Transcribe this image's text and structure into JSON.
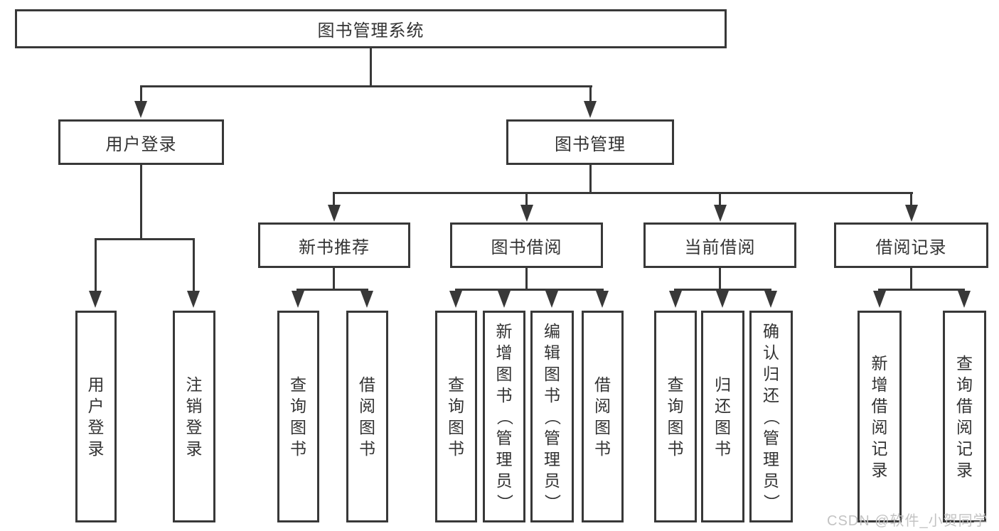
{
  "title": "图书管理系统",
  "watermark": "CSDN @软件_小贺同学",
  "colors": {
    "line": "#383838",
    "text": "#333333",
    "background": "#ffffff",
    "watermark": "#c3c3c3"
  },
  "root": {
    "label": "图书管理系统"
  },
  "level2": {
    "user_login": {
      "label": "用户登录"
    },
    "book_mgmt": {
      "label": "图书管理"
    }
  },
  "level3": {
    "new_books": {
      "label": "新书推荐"
    },
    "borrow": {
      "label": "图书借阅"
    },
    "current": {
      "label": "当前借阅"
    },
    "records": {
      "label": "借阅记录"
    }
  },
  "leaves": {
    "login": {
      "label": "用户登录"
    },
    "logout": {
      "label": "注销登录"
    },
    "nb_query": {
      "label": "查询图书"
    },
    "nb_borrow": {
      "label": "借阅图书"
    },
    "bw_query": {
      "label": "查询图书"
    },
    "bw_add": {
      "label": "新增图书（管理员）"
    },
    "bw_edit": {
      "label": "编辑图书（管理员）"
    },
    "bw_borrow": {
      "label": "借阅图书"
    },
    "cu_query": {
      "label": "查询图书"
    },
    "cu_return": {
      "label": "归还图书"
    },
    "cu_confirm": {
      "label": "确认归还（管理员）"
    },
    "rc_add": {
      "label": "新增借阅记录"
    },
    "rc_query": {
      "label": "查询借阅记录"
    }
  }
}
